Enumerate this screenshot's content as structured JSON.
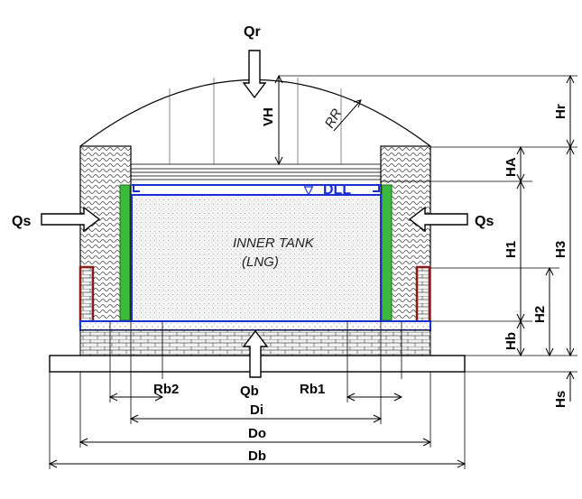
{
  "labels": {
    "qr": "Qr",
    "qs_left": "Qs",
    "qs_right": "Qs",
    "qb": "Qb",
    "vh": "VH",
    "rr": "RR",
    "dll": "DLL",
    "inner_tank_line1": "INNER TANK",
    "inner_tank_line2": "(LNG)",
    "hr": "Hr",
    "ha": "HA",
    "h1": "H1",
    "h2": "H2",
    "h3": "H3",
    "hb": "Hb",
    "hs": "Hs",
    "rb2": "Rb2",
    "rb1": "Rb1",
    "di": "Di",
    "do": "Do",
    "db": "Db"
  },
  "colors": {
    "inner_tank_wall": "#1a2fd0",
    "green_liner": "#3cb83c",
    "brick_outline": "#8b1a1a",
    "line": "#000000"
  }
}
